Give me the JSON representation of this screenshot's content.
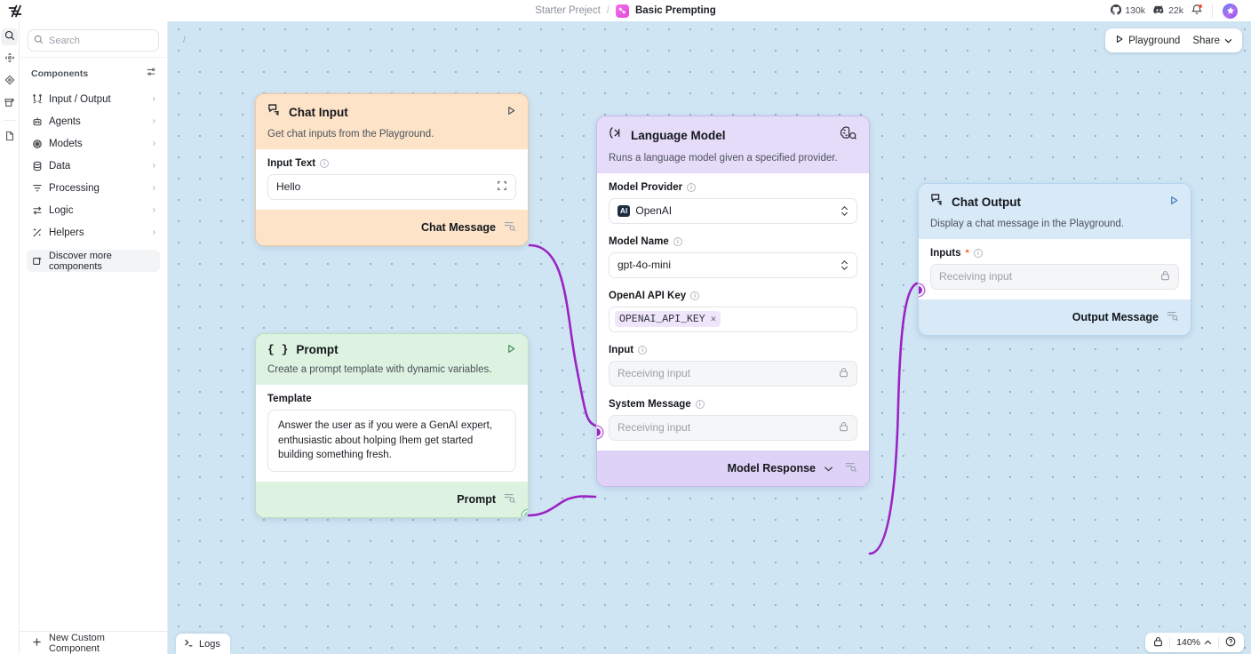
{
  "topbar": {
    "logo_icon": "langflow-logo-icon",
    "breadcrumb_project": "Starter Preject",
    "breadcrumb_separator": "/",
    "breadcrumb_title": "Basic Prempting",
    "github_icon": "github-icon",
    "github_count": "130k",
    "discord_icon": "discord-icon",
    "discord_count": "22k",
    "bell_icon": "bell-icon",
    "avatar_icon": "user-avatar",
    "chevron_icon": "chevron-down-icon"
  },
  "rail": {
    "items": [
      {
        "icon": "search-icon",
        "active": true
      },
      {
        "icon": "move-icon",
        "active": false
      },
      {
        "icon": "diamond-icon",
        "active": false
      },
      {
        "icon": "store-icon",
        "active": false
      },
      {
        "icon": "file-icon",
        "active": false
      }
    ]
  },
  "sidebar": {
    "search": {
      "placeholder": "Search",
      "value": "",
      "shortcut": "/",
      "icon": "search-icon"
    },
    "section_label": "Components",
    "filter_icon": "sliders-icon",
    "items": [
      {
        "label": "Input / Output",
        "icon": "input-output-icon",
        "chevron": "›"
      },
      {
        "label": "Agents",
        "icon": "agents-icon",
        "chevron": "›"
      },
      {
        "label": "Modets",
        "icon": "models-icon",
        "chevron": "›"
      },
      {
        "label": "Data",
        "icon": "data-icon",
        "chevron": "›"
      },
      {
        "label": "Processing",
        "icon": "processing-icon",
        "chevron": "›"
      },
      {
        "label": "Logic",
        "icon": "logic-icon",
        "chevron": "›"
      },
      {
        "label": "Helpers",
        "icon": "helpers-icon",
        "chevron": "›"
      }
    ],
    "discover_label": "Discover more components",
    "discover_icon": "discover-icon",
    "footer_label": "New Custom Component",
    "footer_icon": "plus-icon"
  },
  "canvas_actions": {
    "playground_label": "Playground",
    "playground_icon": "play-icon",
    "share_label": "Share",
    "share_chevron": "chevron-down-icon"
  },
  "nodes": {
    "chat_input": {
      "title": "Chat Input",
      "icon": "chat-input-icon",
      "run_icon": "play-icon",
      "description": "Get chat inputs from the Playground.",
      "field_label": "Input Text",
      "field_value": "Hello",
      "expand_icon": "expand-icon",
      "output_label": "Chat Message",
      "output_icon": "list-output-icon"
    },
    "prompt": {
      "title": "Prompt",
      "icon": "braces-icon",
      "run_icon": "play-icon",
      "description": "Create a prompt template with dynamic variables.",
      "field_label": "Template",
      "field_value": "Answer the user as if you were a GenAI expert, enthusiastic about holping Ihem get started building something fresh.",
      "output_label": "Prompt",
      "output_icon": "list-output-icon"
    },
    "language_model": {
      "title": "Language Model",
      "icon": "language-model-icon",
      "brain_icon": "brain-icon",
      "description": "Runs a language model given a specified provider.",
      "provider_label": "Model Provider",
      "provider_badge": "AI",
      "provider_value": "OpenAI",
      "model_name_label": "Model Name",
      "model_name_value": "gpt-4o-mini",
      "api_key_label": "OpenAI API Key",
      "api_key_chip": "OPENAI_API_KEY",
      "api_key_remove_icon": "close-icon",
      "input_label": "Input",
      "input_placeholder": "Receiving input",
      "system_message_label": "System Message",
      "system_message_placeholder": "Receiving input",
      "lock_icon": "lock-icon",
      "output_label": "Model Response",
      "output_chevron": "chevron-down-icon",
      "output_icon": "list-output-icon"
    },
    "chat_output": {
      "title": "Chat Output",
      "icon": "chat-output-icon",
      "run_icon": "play-icon",
      "description": "Display a chat message in the Playground.",
      "field_label": "Inputs",
      "required_marker": "*",
      "field_placeholder": "Receiving input",
      "lock_icon": "lock-icon",
      "output_label": "Output Message",
      "output_icon": "list-output-icon"
    }
  },
  "bottombar": {
    "logs_label": "Logs",
    "logs_icon": "terminal-icon",
    "lock_icon": "lock-icon",
    "zoom_level": "140%",
    "zoom_chevron": "chevron-up-icon",
    "help_icon": "help-icon"
  },
  "colors": {
    "canvas": "#cfe5f4",
    "edge": "#9b23c4",
    "handle_purple": "#9b23c4",
    "handle_green": "#2fab4f",
    "chat_input_header": "#fde3c8",
    "prompt_header": "#ddf2e1",
    "llm_header": "#e5dcfa",
    "chat_output_header": "#d8e9f8",
    "required_star": "#f2663c"
  }
}
